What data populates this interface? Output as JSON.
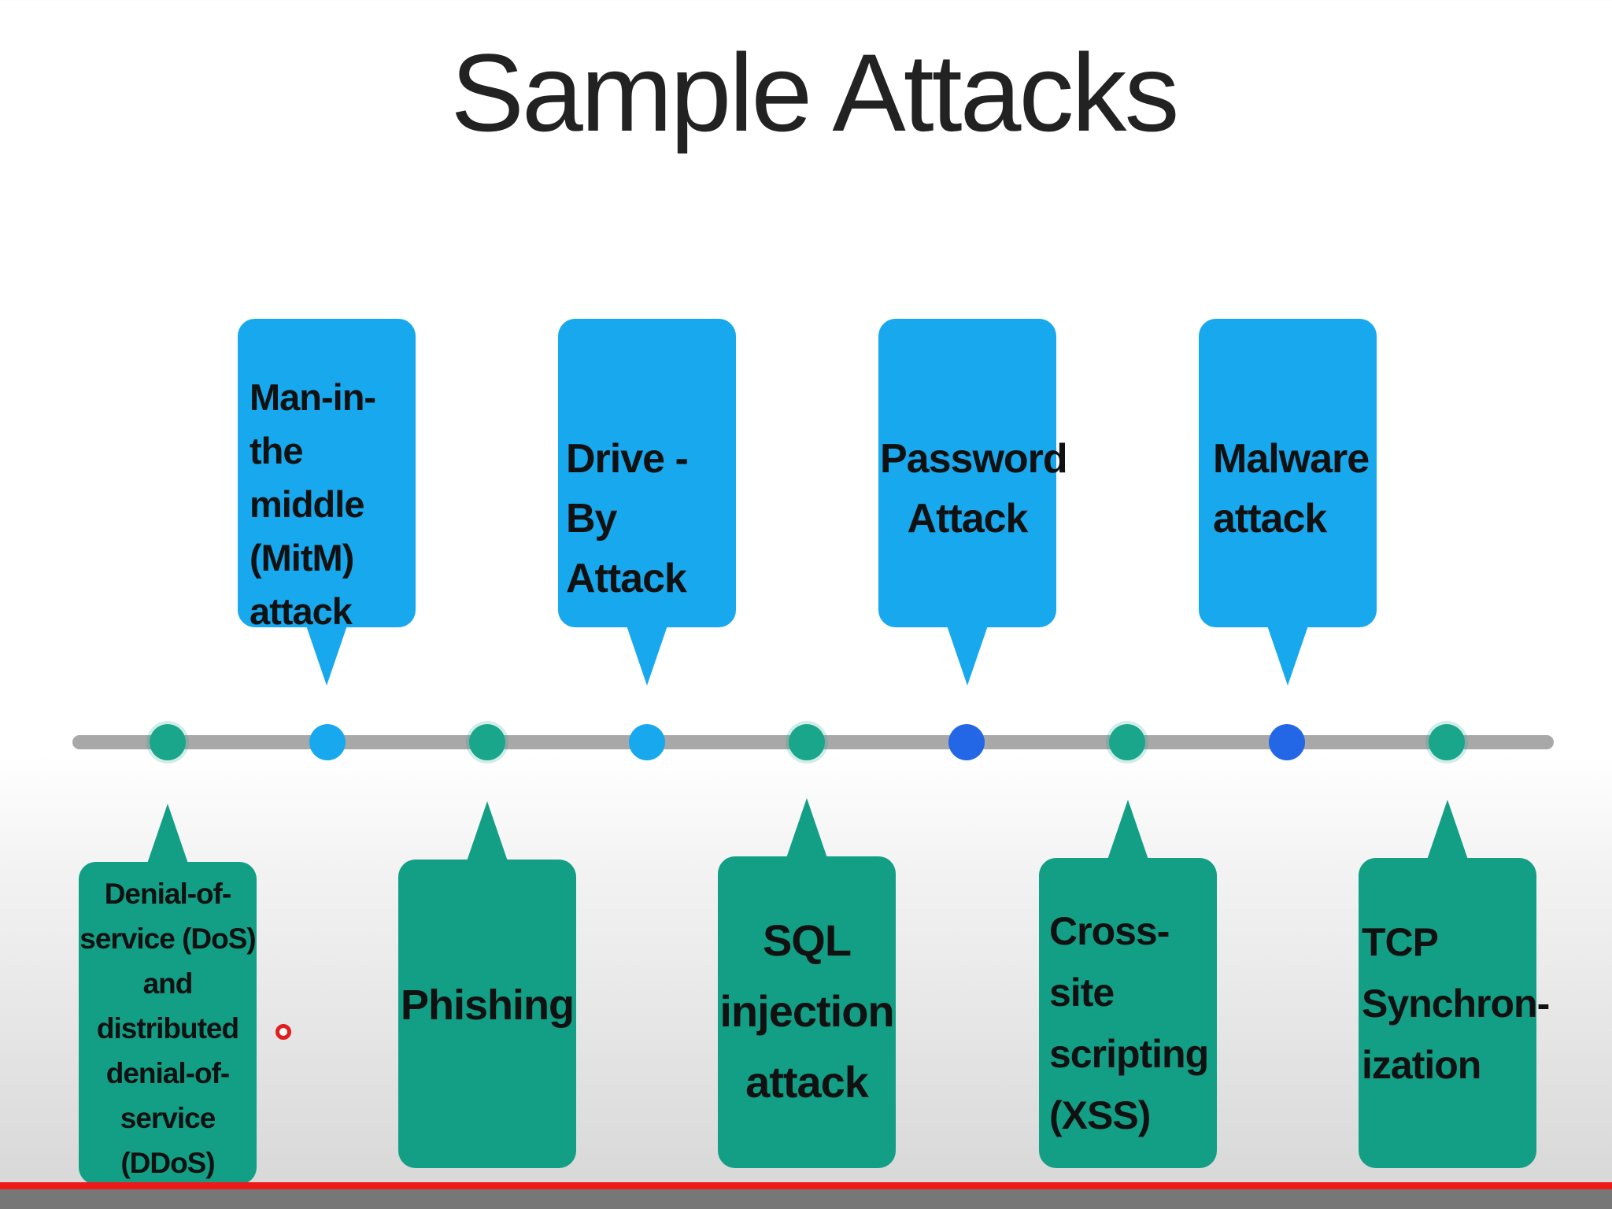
{
  "title": "Sample Attacks",
  "attacks_top": [
    {
      "label": "Man-in-the middle (MitM) attack"
    },
    {
      "label": "Drive - By Attack"
    },
    {
      "label": "Password Attack"
    },
    {
      "label": "Malware attack"
    }
  ],
  "attacks_bottom": [
    {
      "label": "Denial-of- service (DoS) and distributed denial-of- service (DDoS)"
    },
    {
      "label": "Phishing"
    },
    {
      "label": "SQL injection attack"
    },
    {
      "label": "Cross-site scripting (XSS)"
    },
    {
      "label": "TCP Synchron- ization"
    }
  ],
  "colors": {
    "top_callout": "#18a8ee",
    "bottom_callout": "#139f85",
    "timeline": "#a8a8a8",
    "dot_green": "#1aa68b",
    "dot_light_blue": "#18a8ee",
    "dot_dark_blue": "#2367e6"
  }
}
